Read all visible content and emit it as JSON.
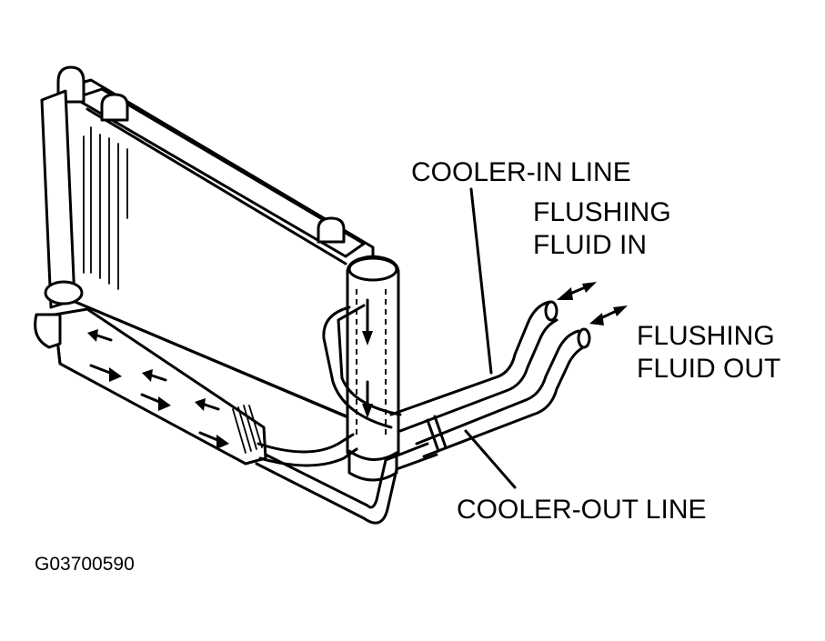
{
  "labels": {
    "cooler_in_line": "COOLER-IN LINE",
    "flushing_fluid_in_line1": "FLUSHING",
    "flushing_fluid_in_line2": "FLUID IN",
    "flushing_fluid_out_line1": "FLUSHING",
    "flushing_fluid_out_line2": "FLUID OUT",
    "cooler_out_line": "COOLER-OUT LINE",
    "figure_code": "G03700590"
  },
  "colors": {
    "ink": "#000000",
    "paper": "#ffffff"
  }
}
